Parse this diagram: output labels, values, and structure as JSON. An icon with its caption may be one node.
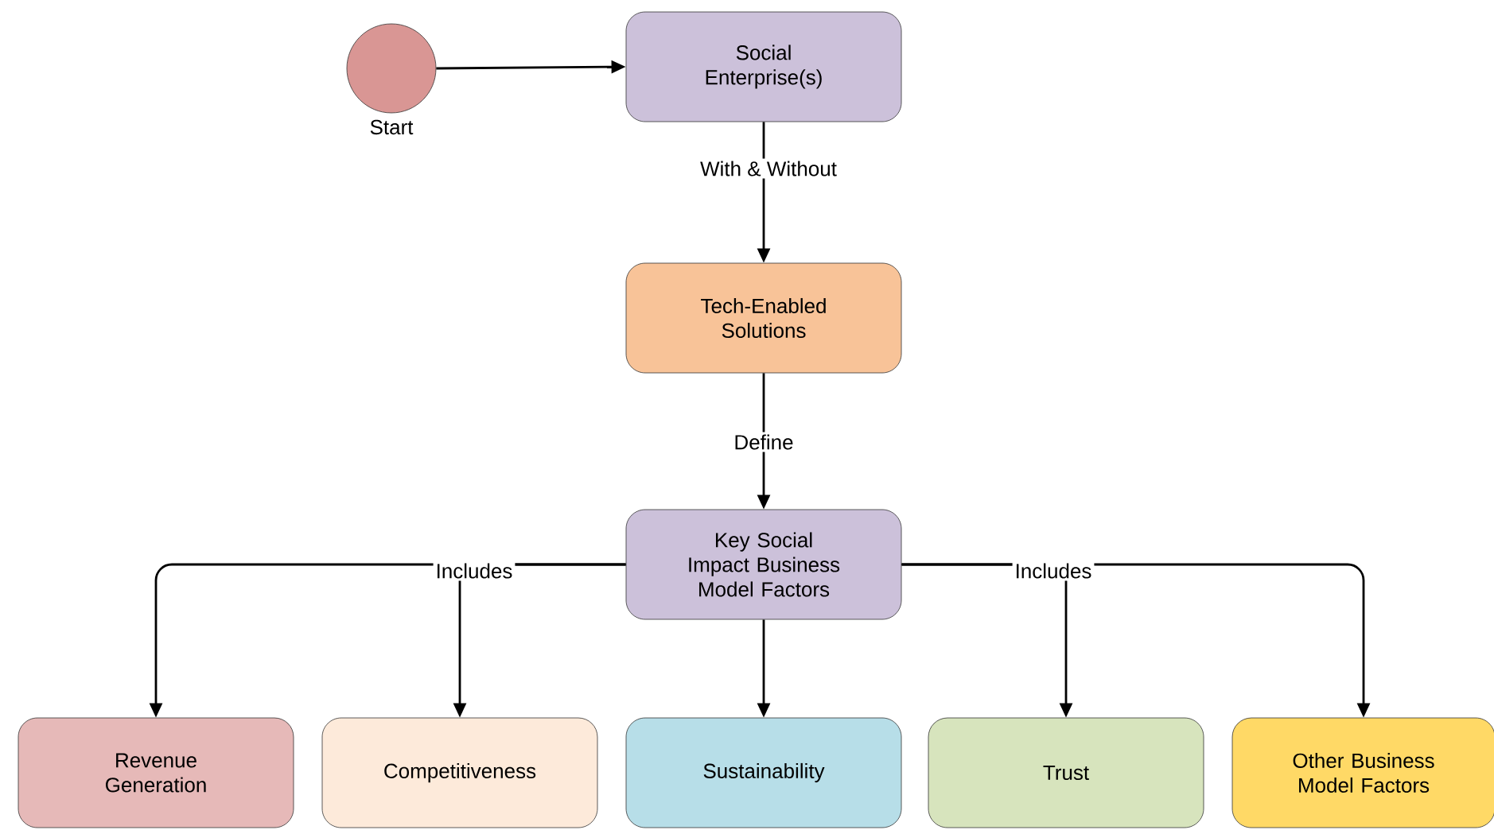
{
  "diagram": {
    "nodes": [
      {
        "text": [],
        "shape": "circle",
        "beside": [
          "Start"
        ]
      },
      {
        "text": [
          "Social Enterprise(s)"
        ]
      },
      {
        "text": [
          "Tech-Enabled Solutions"
        ]
      },
      {
        "text": [
          "Key Social Impact Business Model Factors"
        ]
      },
      {
        "text": [
          "Revenue Generation"
        ]
      },
      {
        "text": [
          "Competitiveness"
        ]
      },
      {
        "text": [
          "Sustainability"
        ]
      },
      {
        "text": [
          "Trust"
        ]
      },
      {
        "text": [
          "Other Business Model Factors"
        ]
      }
    ],
    "edges": [
      {
        "from": 0,
        "to": 1,
        "arrow": "to"
      },
      {
        "from": 1,
        "to": 2,
        "arrow": "to",
        "label": "With & Without"
      },
      {
        "from": 2,
        "to": 3,
        "arrow": "to",
        "label": "Define"
      },
      {
        "from": 3,
        "to": 4,
        "arrow": "to"
      },
      {
        "from": 3,
        "to": 5,
        "arrow": "to",
        "label": "Includes"
      },
      {
        "from": 3,
        "to": 6,
        "arrow": "to"
      },
      {
        "from": 3,
        "to": 7,
        "arrow": "to",
        "label": "Includes"
      },
      {
        "from": 3,
        "to": 8,
        "arrow": "to"
      }
    ]
  }
}
